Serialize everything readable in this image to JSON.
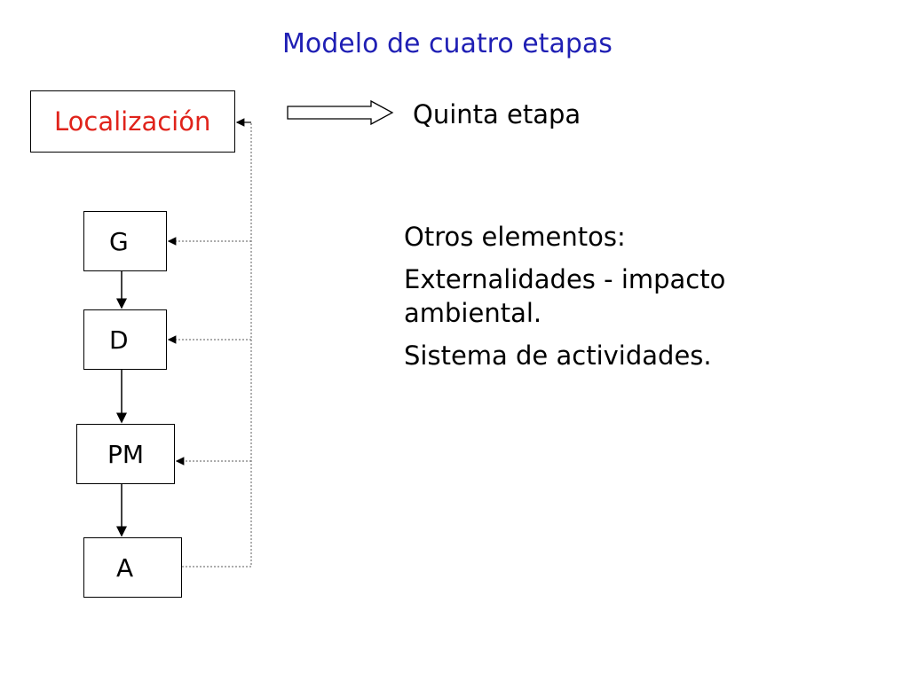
{
  "title": "Modelo de cuatro etapas",
  "colors": {
    "title": "#1f1fb4",
    "location": "#e0231b",
    "text": "#000000",
    "connector": "#7a7a7a"
  },
  "boxes": {
    "location": "Localización",
    "g": "G",
    "d": "D",
    "pm": "PM",
    "a": "A"
  },
  "fifth_stage": "Quinta etapa",
  "notes": {
    "heading": "Otros elementos:",
    "items": [
      "Externalidades - impacto ambiental.",
      "Sistema de actividades."
    ]
  }
}
